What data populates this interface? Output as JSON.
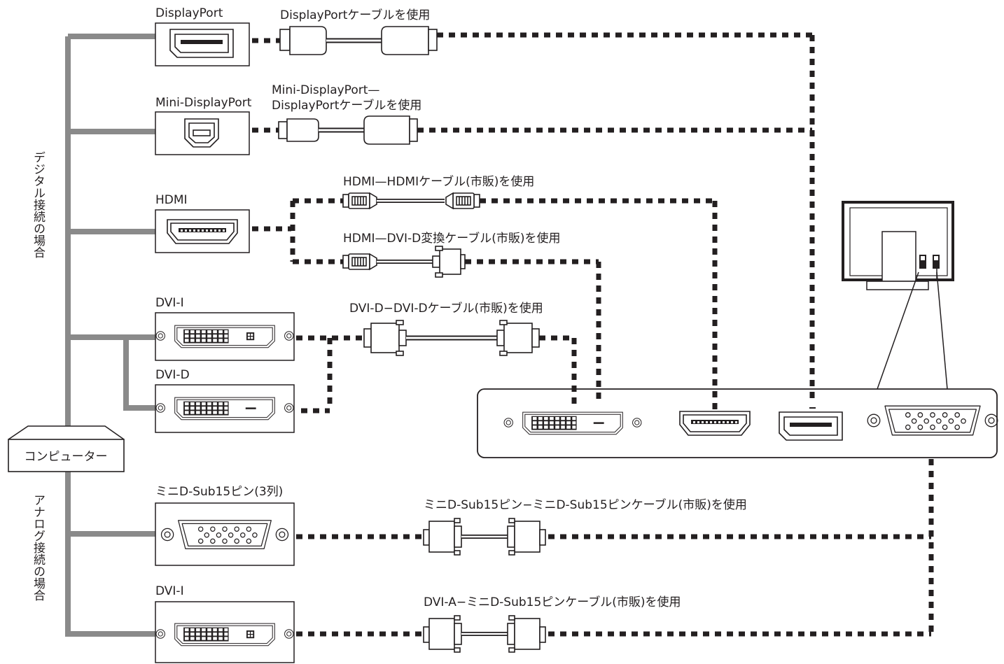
{
  "computer": {
    "label": "コンピューター"
  },
  "groups": {
    "digital": "デジタル接続の場合",
    "analog": "アナログ接続の場合"
  },
  "ports": {
    "displayport": "DisplayPort",
    "mini_displayport": "Mini-DisplayPort",
    "hdmi": "HDMI",
    "dvi_i": "DVI-I",
    "dvi_d": "DVI-D",
    "mini_dsub": "ミニD-Sub15ピン(3列)",
    "dvi_i_analog": "DVI-I"
  },
  "cables": {
    "displayport": "DisplayPortケーブルを使用",
    "mini_dp_line1": "Mini-DisplayPort—",
    "mini_dp_line2": "DisplayPortケーブルを使用",
    "hdmi_hdmi": "HDMI—HDMIケーブル(市販)を使用",
    "hdmi_dvi": "HDMI—DVI-D変換ケーブル(市販)を使用",
    "dvi_dvi": "DVI-D−DVI-Dケーブル(市販)を使用",
    "dsub_dsub": "ミニD-Sub15ピン−ミニD-Sub15ピンケーブル(市販)を使用",
    "dvia_dsub": "DVI-A−ミニD-Sub15ピンケーブル(市販)を使用"
  }
}
